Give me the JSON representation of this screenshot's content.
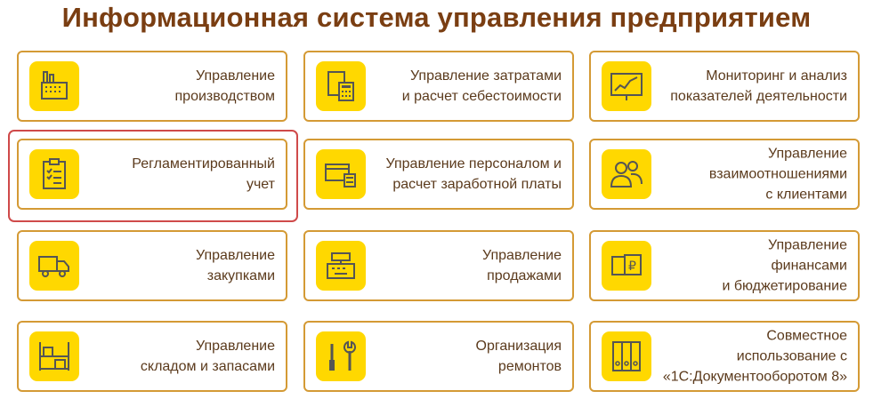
{
  "title": "Информационная система управления предприятием",
  "cards": [
    {
      "lines": [
        "Управление",
        "производством"
      ],
      "icon": "factory-icon"
    },
    {
      "lines": [
        "Управление затратами",
        "и расчет себестоимости"
      ],
      "icon": "calculator-icon"
    },
    {
      "lines": [
        "Мониторинг и анализ",
        "показателей деятельности"
      ],
      "icon": "chart-icon"
    },
    {
      "lines": [
        "Регламентированный",
        "учет"
      ],
      "icon": "clipboard-icon",
      "selected": true
    },
    {
      "lines": [
        "Управление персоналом и",
        "расчет заработной платы"
      ],
      "icon": "payroll-icon"
    },
    {
      "lines": [
        "Управление",
        "взаимоотношениями",
        "с клиентами"
      ],
      "icon": "people-icon"
    },
    {
      "lines": [
        "Управление",
        "закупками"
      ],
      "icon": "truck-icon"
    },
    {
      "lines": [
        "Управление",
        "продажами"
      ],
      "icon": "cash-register-icon"
    },
    {
      "lines": [
        "Управление",
        "финансами",
        "и бюджетирование"
      ],
      "icon": "money-icon"
    },
    {
      "lines": [
        "Управление",
        "складом и запасами"
      ],
      "icon": "warehouse-icon"
    },
    {
      "lines": [
        "Организация",
        "ремонтов"
      ],
      "icon": "tools-icon"
    },
    {
      "lines": [
        "Совместное",
        "использование с",
        "«1С:Документооборотом 8»"
      ],
      "icon": "binders-icon"
    }
  ],
  "colors": {
    "accent": "#ffd800",
    "border": "#d49a35",
    "selected": "#cf4a4a",
    "title": "#7a3e12"
  }
}
